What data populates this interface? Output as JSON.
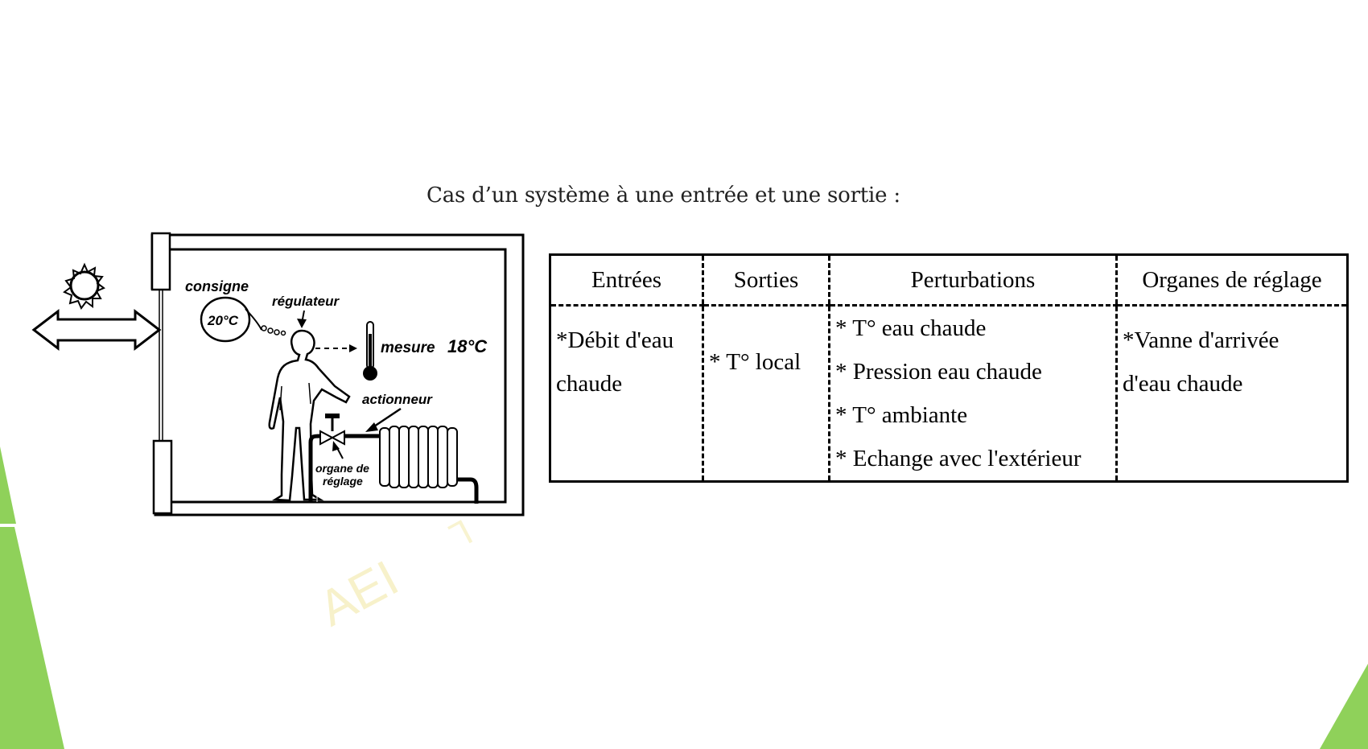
{
  "caption": "Cas d’un système à une entrée et une sortie :",
  "diagram": {
    "consigne_label": "consigne",
    "setpoint_value": "20°C",
    "regulateur_label": "régulateur",
    "mesure_label": "mesure",
    "measured_value": "18°C",
    "actionneur_label": "actionneur",
    "organe_label_line1": "organe de",
    "organe_label_line2": "réglage"
  },
  "table": {
    "headers": [
      "Entrées",
      "Sorties",
      "Perturbations",
      "Organes de réglage"
    ],
    "entrees": [
      "*Débit d'eau",
      "chaude"
    ],
    "sorties": "* T° local",
    "perturbations": [
      "* T° eau chaude",
      "* Pression eau chaude",
      "* T° ambiante",
      "* Echange avec l'extérieur"
    ],
    "organes": [
      "*Vanne d'arrivée",
      "d'eau chaude"
    ]
  },
  "watermark": "AEI",
  "colors": {
    "accent_green": "#8fd15a",
    "watermark": "#f0e496"
  }
}
